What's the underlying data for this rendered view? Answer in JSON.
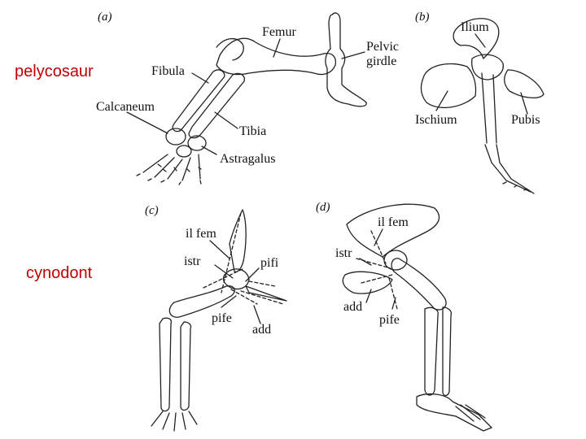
{
  "side_labels": {
    "pelycosaur": "pelycosaur",
    "cynodont": "cynodont",
    "color": "#c00000"
  },
  "panels": {
    "a": "(a)",
    "b": "(b)",
    "c": "(c)",
    "d": "(d)"
  },
  "labels_a": {
    "femur": "Femur",
    "pelvic": "Pelvic",
    "girdle": "girdle",
    "fibula": "Fibula",
    "calcaneum": "Calcaneum",
    "tibia": "Tibia",
    "astragalus": "Astragalus"
  },
  "labels_b": {
    "ilium": "Ilium",
    "ischium": "Ischium",
    "pubis": "Pubis"
  },
  "labels_c": {
    "il_fem": "il fem",
    "istr": "istr",
    "pifi": "pifi",
    "pife": "pife",
    "add": "add"
  },
  "labels_d": {
    "il_fem": "il fem",
    "istr": "istr",
    "add": "add",
    "pife": "pife"
  }
}
